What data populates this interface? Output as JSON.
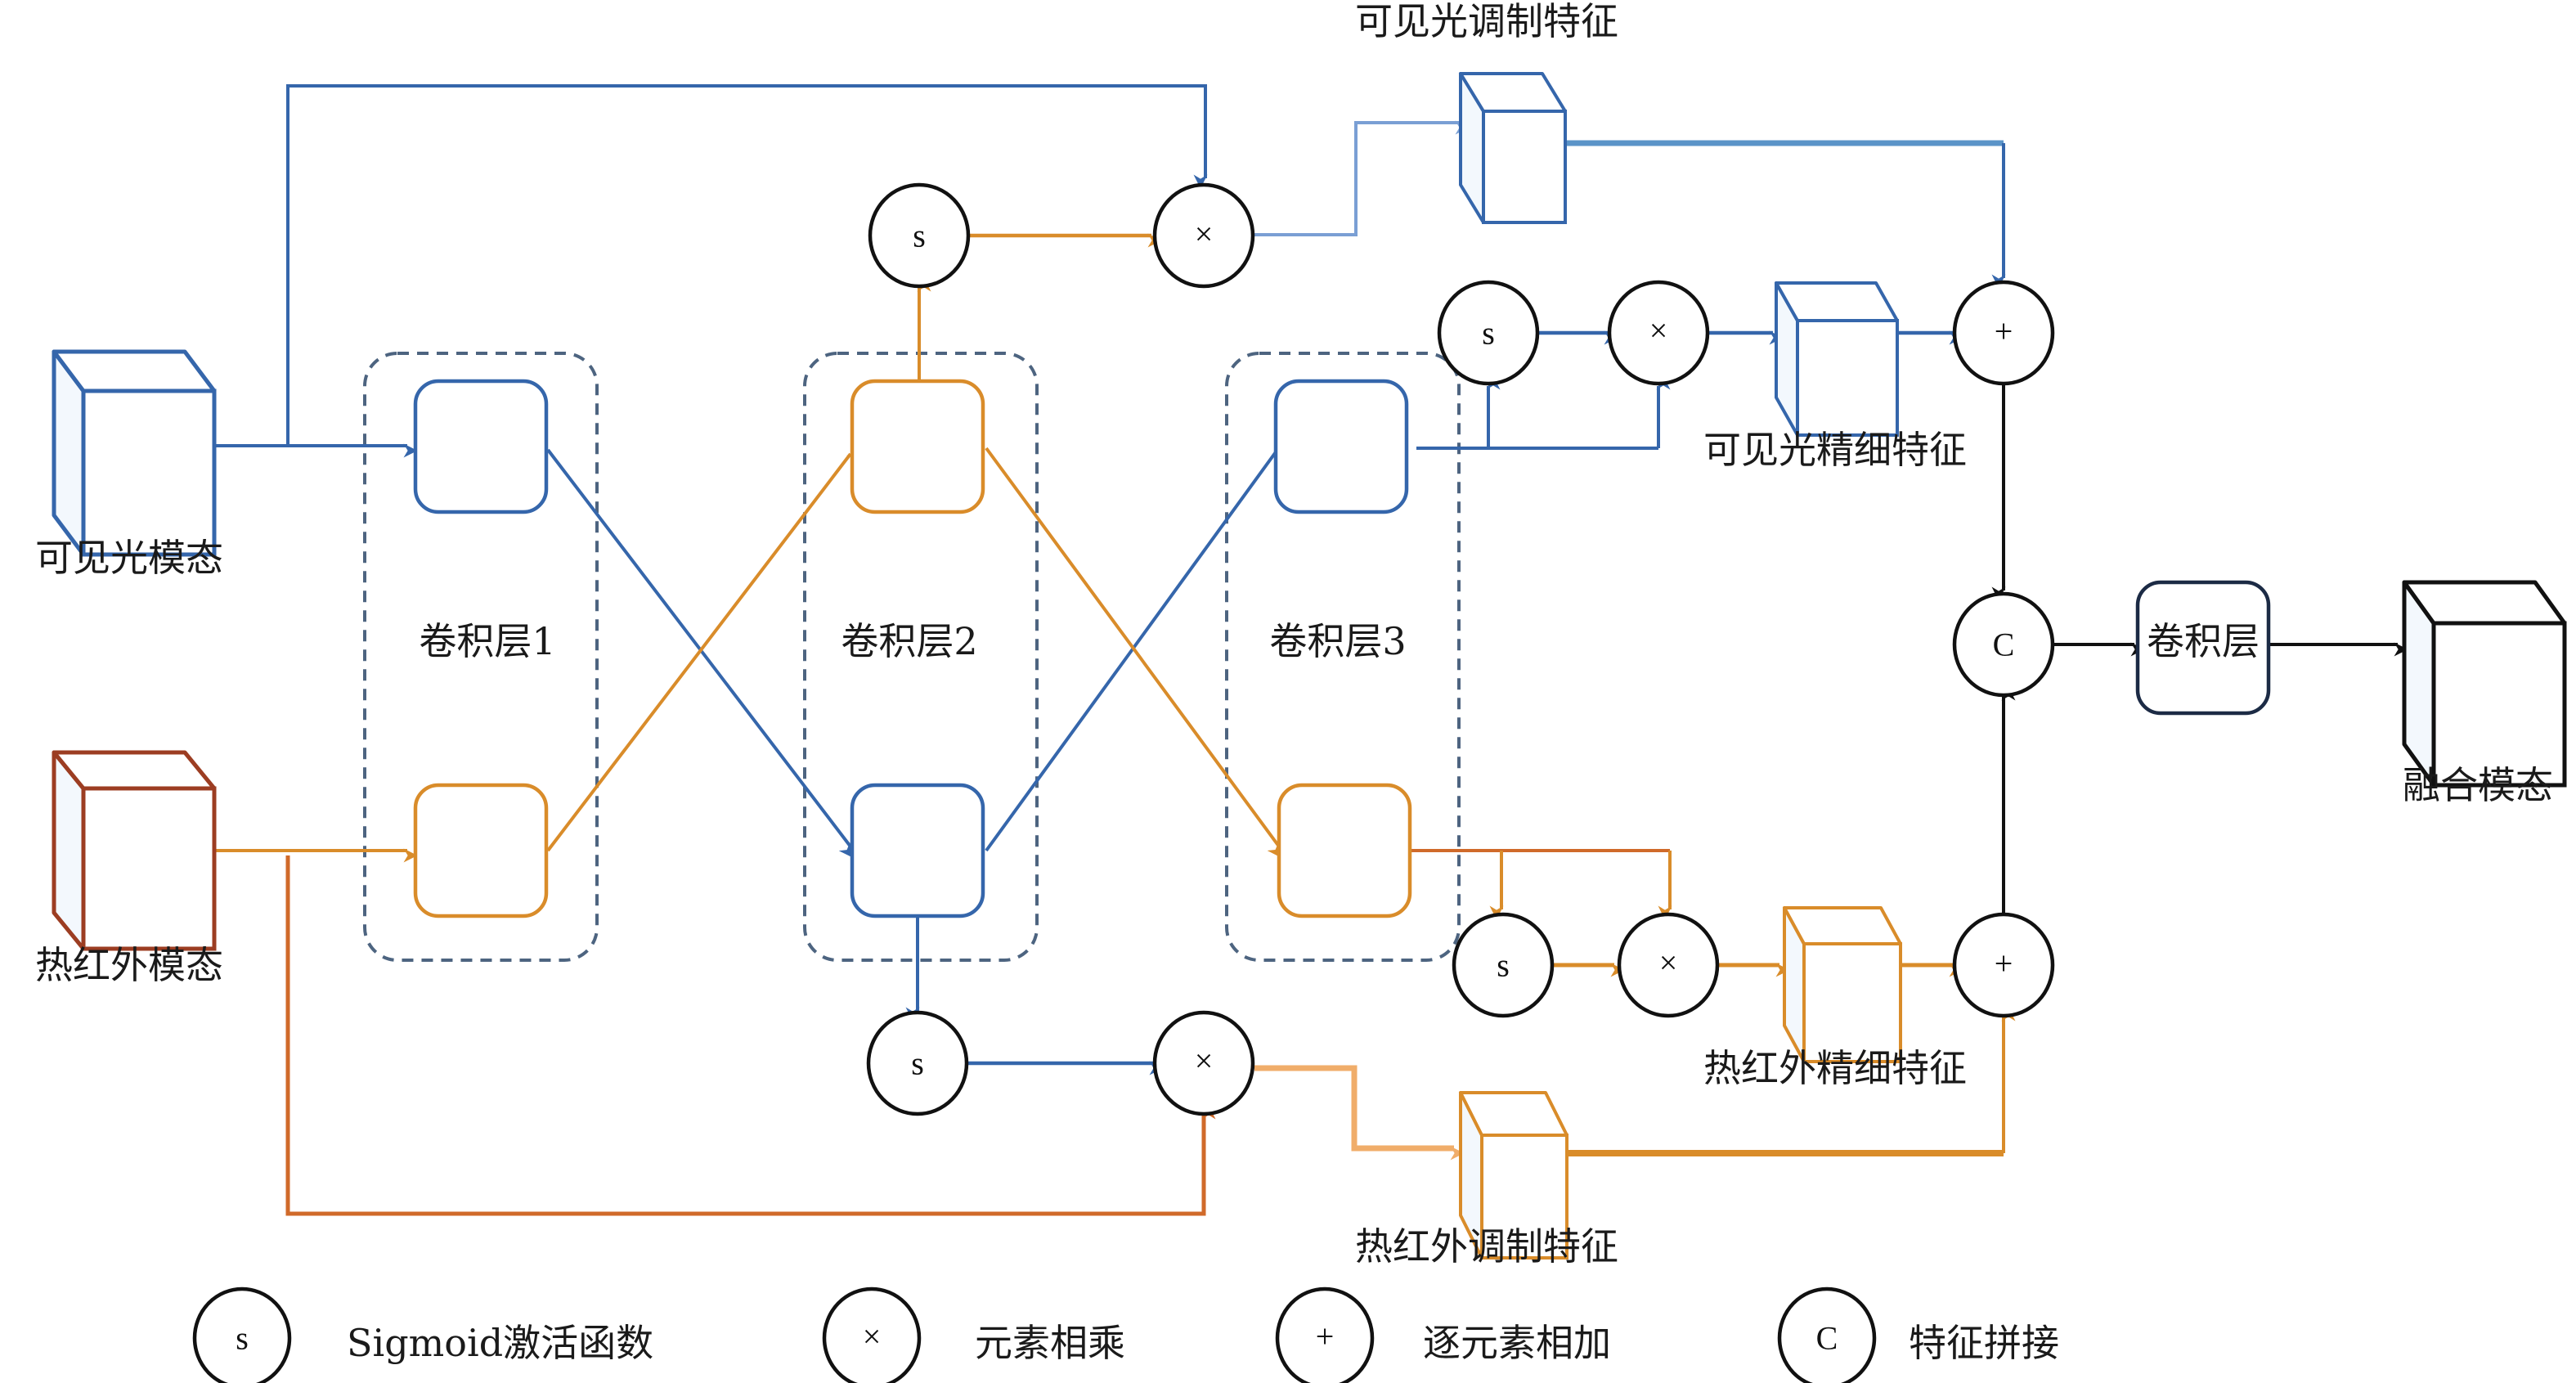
{
  "title": "Visible–thermal infrared fusion network diagram",
  "colors": {
    "visible": "#3566ab",
    "visible_light": "#7a9fd4",
    "infrared": "#d98c2a",
    "infrared_dark": "#d06a2a",
    "infrared_cube": "#9c3d22",
    "infrared_light": "#f0ad6a",
    "group_border": "#4d6480",
    "neutral": "#111111"
  },
  "inputs": {
    "visible": "可见光模态",
    "infrared": "热红外模态"
  },
  "conv_layers": [
    "卷积层1",
    "卷积层2",
    "卷积层3"
  ],
  "features": {
    "visible_modulated": "可见光调制特征",
    "visible_refined": "可见光精细特征",
    "infrared_refined": "热红外精细特征",
    "infrared_modulated": "热红外调制特征"
  },
  "final_conv": "卷积层",
  "output": "融合模态",
  "symbols": {
    "sigmoid": "s",
    "multiply": "×",
    "add": "+",
    "concat": "C"
  },
  "legend": [
    {
      "symbol": "s",
      "label": "Sigmoid激活函数"
    },
    {
      "symbol": "×",
      "label": "元素相乘"
    },
    {
      "symbol": "+",
      "label": "逐元素相加"
    },
    {
      "symbol": "C",
      "label": "特征拼接"
    }
  ]
}
